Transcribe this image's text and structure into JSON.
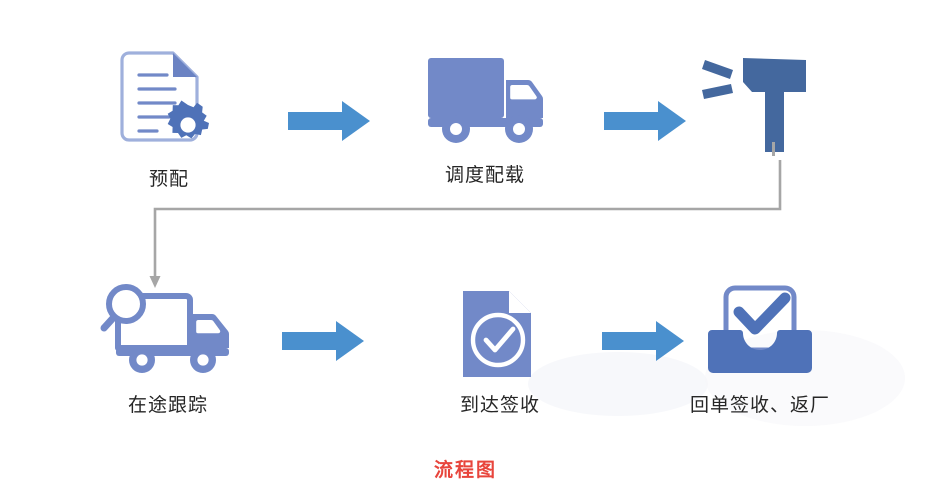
{
  "diagram": {
    "caption": "流程图",
    "caption_color": "#e8453c",
    "background_color": "#ffffff",
    "arrow_color": "#4a90ce",
    "icon_color_primary": "#7289c8",
    "icon_color_dark": "#44689e",
    "icon_color_outline": "#9fb0dc",
    "connector_color": "#a6a6a6",
    "nodes": [
      {
        "id": "pre-allocation",
        "label": "预配",
        "icon": "document-gear-icon",
        "row": 1,
        "order": 1
      },
      {
        "id": "dispatch-loading",
        "label": "调度配载",
        "icon": "truck-icon",
        "row": 1,
        "order": 2
      },
      {
        "id": "barcode-scan",
        "label": "",
        "icon": "barcode-scanner-gun-icon",
        "row": 1,
        "order": 3
      },
      {
        "id": "in-transit-tracking",
        "label": "在途跟踪",
        "icon": "truck-magnifier-icon",
        "row": 2,
        "order": 1
      },
      {
        "id": "arrival-receipt",
        "label": "到达签收",
        "icon": "document-check-icon",
        "row": 2,
        "order": 2
      },
      {
        "id": "receipt-return",
        "label": "回单签收、返厂",
        "icon": "inbox-check-icon",
        "row": 2,
        "order": 3
      }
    ],
    "arrows": [
      {
        "id": "arrow-1",
        "from": "pre-allocation",
        "to": "dispatch-loading",
        "direction": "right"
      },
      {
        "id": "arrow-2",
        "from": "dispatch-loading",
        "to": "barcode-scan",
        "direction": "right"
      },
      {
        "id": "arrow-3",
        "from": "in-transit-tracking",
        "to": "arrival-receipt",
        "direction": "right"
      },
      {
        "id": "arrow-4",
        "from": "arrival-receipt",
        "to": "receipt-return",
        "direction": "right"
      }
    ],
    "connectors": [
      {
        "id": "wrap-connector",
        "from": "barcode-scan",
        "to": "in-transit-tracking",
        "style": "elbow-down-left-down"
      }
    ]
  }
}
